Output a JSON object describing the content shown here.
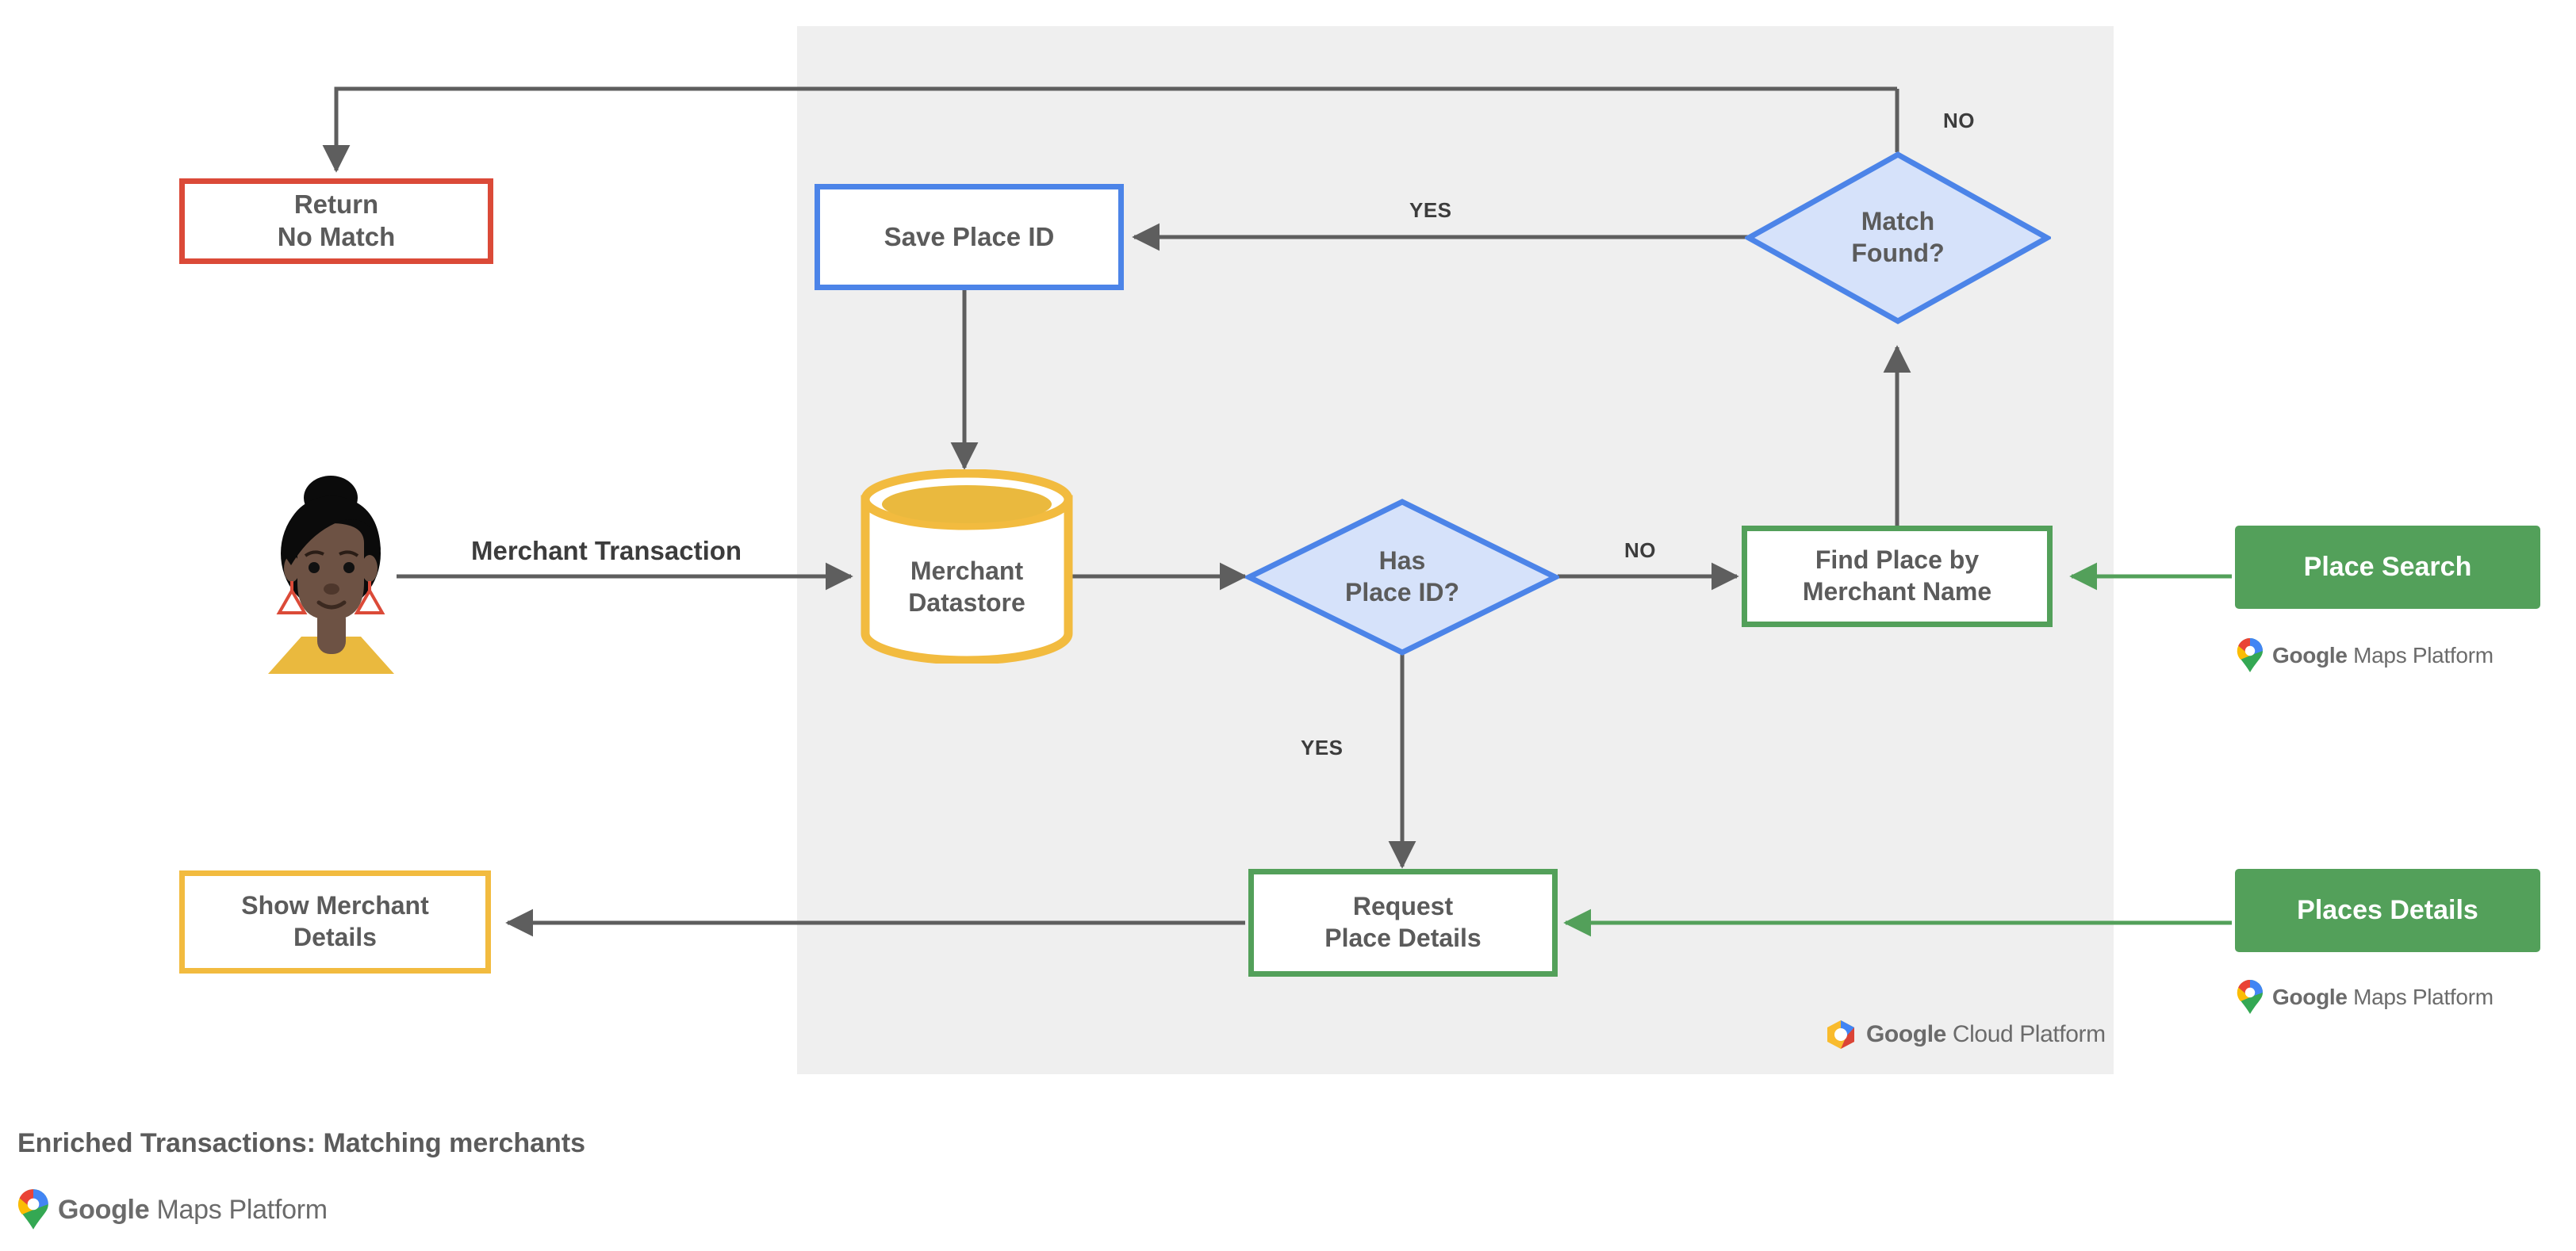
{
  "diagram": {
    "caption": "Enriched Transactions: Matching merchants",
    "panel_label": "Google Cloud Platform",
    "brand_label": "Google Maps Platform",
    "brand_word_bold": "Google",
    "brand_word_rest": "Maps Platform",
    "gcp_word_bold": "Google",
    "gcp_word_rest": "Cloud Platform"
  },
  "colors": {
    "panel_background": "#efefef",
    "red": "#db4a38",
    "blue": "#4c84e8",
    "blue_fill": "#d6e2fa",
    "green": "#53a05a",
    "yellow": "#f2bb3f",
    "yellow_fill": "#eab93e",
    "connector": "#5e5e5e",
    "text": "#5b5b5b",
    "avatar_skin": "#6d5244",
    "avatar_hair": "#000000",
    "avatar_shirt": "#eab93e",
    "avatar_earring": "#db4a38"
  },
  "nodes": {
    "return_no_match": {
      "name": "Return No Match",
      "lines": [
        "Return",
        "No Match"
      ],
      "style": "red-outline"
    },
    "save_place_id": {
      "name": "Save Place ID",
      "lines": [
        "Save Place ID"
      ],
      "style": "blue-outline"
    },
    "merchant_datastore": {
      "name": "Merchant Datastore",
      "lines": [
        "Merchant",
        "Datastore"
      ],
      "style": "yellow-cylinder"
    },
    "has_place_id": {
      "name": "Has Place ID?",
      "lines": [
        "Has",
        "Place ID?"
      ],
      "style": "blue-diamond"
    },
    "match_found": {
      "name": "Match Found?",
      "lines": [
        "Match",
        "Found?"
      ],
      "style": "blue-diamond"
    },
    "find_place_by_merchant_name": {
      "name": "Find Place by Merchant Name",
      "lines": [
        "Find Place by",
        "Merchant Name"
      ],
      "style": "green-outline"
    },
    "request_place_details": {
      "name": "Request Place Details",
      "lines": [
        "Request",
        "Place Details"
      ],
      "style": "green-outline"
    },
    "show_merchant_details": {
      "name": "Show Merchant Details",
      "lines": [
        "Show Merchant",
        "Details"
      ],
      "style": "yellow-outline"
    },
    "place_search": {
      "name": "Place Search",
      "lines": [
        "Place Search"
      ],
      "style": "green-filled"
    },
    "places_details": {
      "name": "Places Details",
      "lines": [
        "Places Details"
      ],
      "style": "green-filled"
    }
  },
  "edge_labels": {
    "merchant_transaction": "Merchant Transaction",
    "has_place_id_no": "NO",
    "has_place_id_yes": "YES",
    "match_found_yes": "YES",
    "match_found_no": "NO"
  }
}
